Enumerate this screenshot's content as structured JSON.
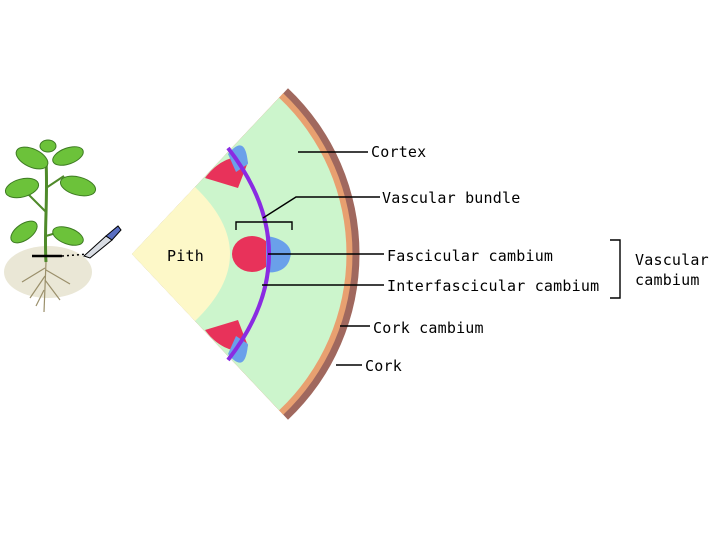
{
  "labels": {
    "pith": "Pith",
    "cortex": "Cortex",
    "vascular_bundle": "Vascular bundle",
    "fascicular_cambium": "Fascicular cambium",
    "interfascicular_cambium": "Interfascicular cambium",
    "cork_cambium": "Cork cambium",
    "cork": "Cork",
    "vascular_cambium_line1": "Vascular",
    "vascular_cambium_line2": "cambium"
  },
  "colors": {
    "pith": "#fdf8c8",
    "cortex": "#ccf5cc",
    "cork_cambium": "#e8a070",
    "cork": "#a0685e",
    "cambium_arc": "#8a2be2",
    "phloem": "#e8325a",
    "xylem": "#6aa0ea",
    "leaf": "#6cc23a",
    "stem": "#4f8a2a",
    "soil": "#eae7d6"
  }
}
